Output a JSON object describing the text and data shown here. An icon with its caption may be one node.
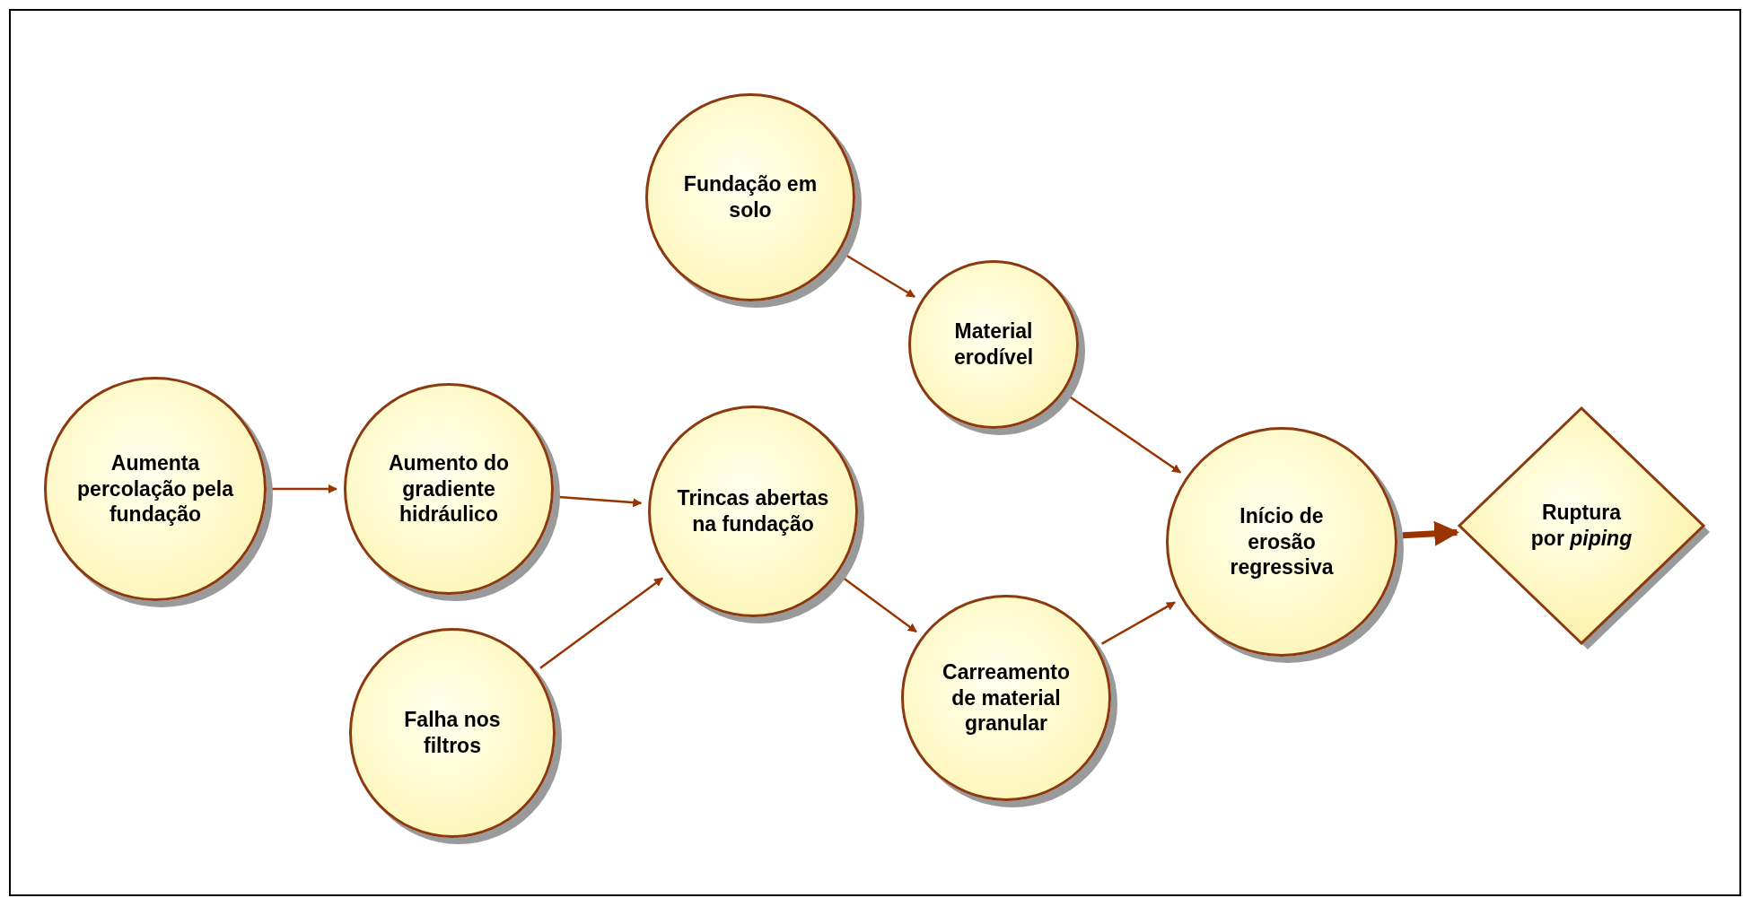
{
  "diagram": {
    "nodes": [
      {
        "text": [
          "Aumenta percolação pela fundação"
        ]
      },
      {
        "text": [
          "Aumento do gradiente hidráulico"
        ]
      },
      {
        "text": [
          "Fundação em solo"
        ]
      },
      {
        "text": [
          "Trincas abertas na fundação"
        ]
      },
      {
        "text": [
          "Material erodível"
        ]
      },
      {
        "text": [
          "Falha nos filtros"
        ]
      },
      {
        "text": [
          "Carreamento de material granular"
        ]
      },
      {
        "text": [
          "Início de erosão regressiva"
        ]
      },
      {
        "text": [
          "Ruptura por *piping*"
        ]
      }
    ],
    "edges": [
      {
        "from": 0,
        "to": 1,
        "arrow": "to"
      },
      {
        "from": 1,
        "to": 3,
        "arrow": "to"
      },
      {
        "from": 5,
        "to": 3,
        "arrow": "to"
      },
      {
        "from": 2,
        "to": 4,
        "arrow": "to"
      },
      {
        "from": 3,
        "to": 6,
        "arrow": "to"
      },
      {
        "from": 4,
        "to": 7,
        "arrow": "to"
      },
      {
        "from": 6,
        "to": 7,
        "arrow": "to"
      },
      {
        "from": 7,
        "to": 8,
        "arrow": "to",
        "style": "thick"
      }
    ]
  }
}
